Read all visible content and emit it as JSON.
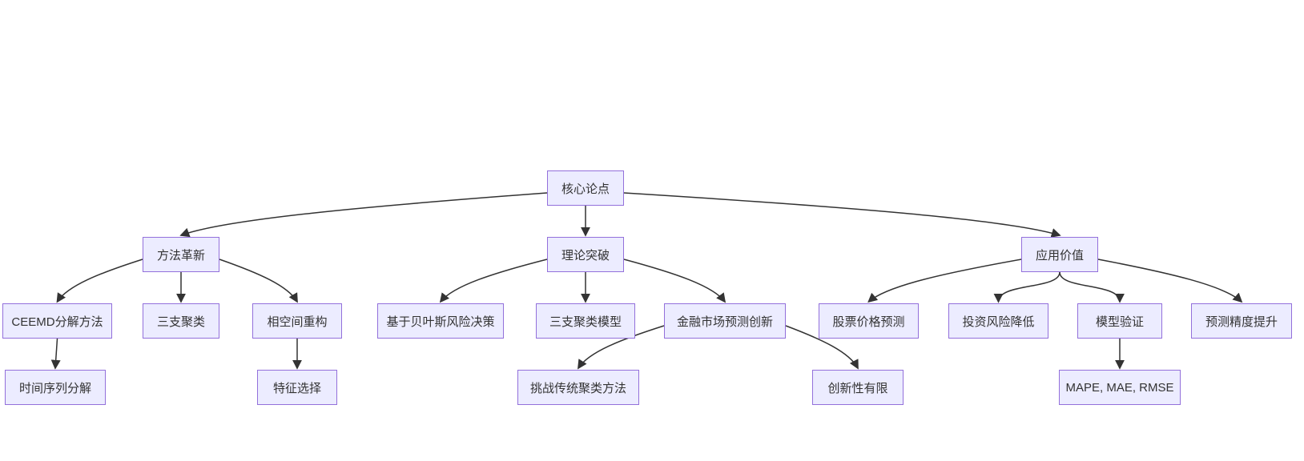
{
  "colors": {
    "background": "#ffffff",
    "node_fill": "#ECECFF",
    "node_border": "#9370DB",
    "text": "#333333",
    "edge": "#333333"
  },
  "diagram": {
    "type": "flowchart-top-down",
    "root": {
      "label": "核心论点",
      "children": [
        {
          "label": "方法革新",
          "children": [
            {
              "label": "CEEMD分解方法",
              "children": [
                {
                  "label": "时间序列分解"
                }
              ]
            },
            {
              "label": "三支聚类"
            },
            {
              "label": "相空间重构",
              "children": [
                {
                  "label": "特征选择"
                }
              ]
            }
          ]
        },
        {
          "label": "理论突破",
          "children": [
            {
              "label": "基于贝叶斯风险决策"
            },
            {
              "label": "三支聚类模型"
            },
            {
              "label": "金融市场预测创新",
              "children": [
                {
                  "label": "挑战传统聚类方法"
                },
                {
                  "label": "创新性有限"
                }
              ]
            }
          ]
        },
        {
          "label": "应用价值",
          "children": [
            {
              "label": "股票价格预测"
            },
            {
              "label": "投资风险降低"
            },
            {
              "label": "模型验证",
              "children": [
                {
                  "label": "MAPE, MAE, RMSE"
                }
              ]
            },
            {
              "label": "预测精度提升"
            }
          ]
        }
      ]
    }
  }
}
